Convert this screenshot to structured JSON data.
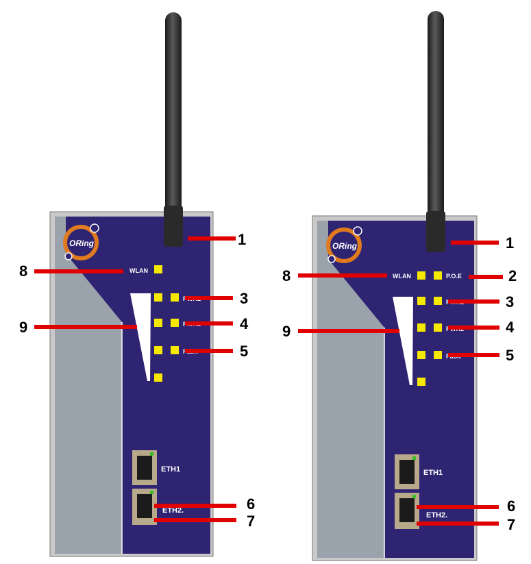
{
  "brand": {
    "logo_text": "ORing"
  },
  "colors": {
    "faceplate": "#2e2472",
    "housing": "#c9c9c9",
    "side_panel": "#9aa2ab",
    "led": "#f5e900",
    "callout_line": "#e00000",
    "antenna": "#333333",
    "port_frame": "#b8a98a"
  },
  "left_device": {
    "led_labels": {
      "wlan": "WLAN",
      "pwr1": "PWR1",
      "pwr2": "PWR2",
      "fault": "Fault"
    },
    "ports": {
      "eth1": "ETH1",
      "eth2": "ETH2."
    },
    "callouts": [
      "1",
      "8",
      "3",
      "9",
      "4",
      "5",
      "6",
      "7"
    ]
  },
  "right_device": {
    "led_labels": {
      "wlan": "WLAN",
      "poe": "P.O.E",
      "pwr1": "PWR1",
      "pwr2": "PWR2",
      "fault": "Fault"
    },
    "ports": {
      "eth1": "ETH1",
      "eth2": "ETH2."
    },
    "callouts": [
      "1",
      "8",
      "2",
      "3",
      "9",
      "4",
      "5",
      "6",
      "7"
    ]
  }
}
